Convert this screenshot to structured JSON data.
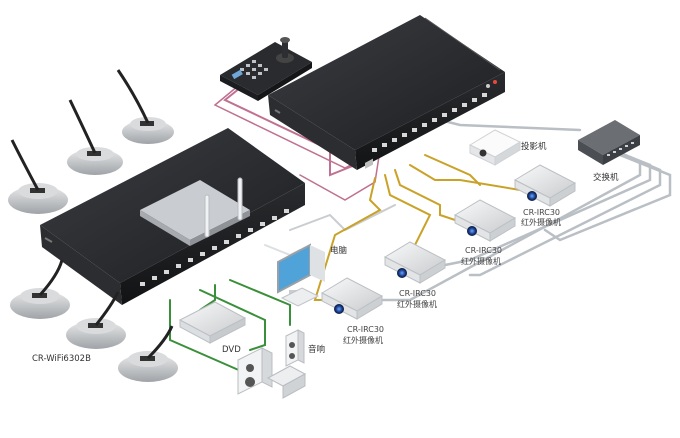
{
  "labels": {
    "projector": "投影机",
    "switch": "交换机",
    "computer": "电脑",
    "dvd": "DVD",
    "speaker": "音响",
    "wifi_mic_model": "CR-WiFi6302B",
    "camera_model": "CR-IRC30",
    "camera_type": "红外摄像机"
  },
  "colors": {
    "cable_green": "#3a8f3a",
    "cable_gold": "#c9a227",
    "cable_pink": "#c07090",
    "cable_gray": "#b9bfc4",
    "device_dark": "#1e1f22"
  }
}
